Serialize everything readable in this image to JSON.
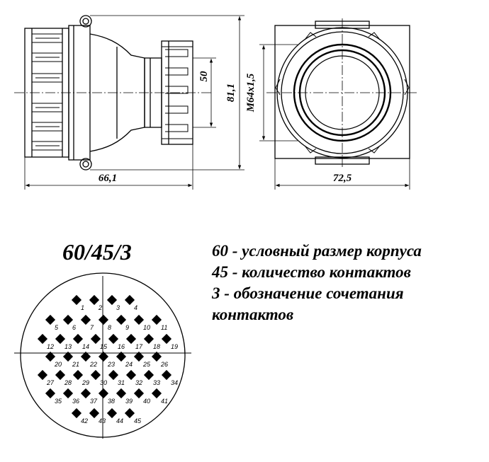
{
  "dimensions": {
    "body_length": "66,1",
    "nut_height": "50",
    "body_height": "81,1",
    "thread": "M64x1,5",
    "flange_width": "72,5"
  },
  "code": "60/45/3",
  "legend": [
    "60 - условный размер корпуса",
    "45 - количество контактов",
    "3 - обозначение сочетания контактов"
  ],
  "contact_rows": [
    [
      "1",
      "2",
      "3",
      "4"
    ],
    [
      "5",
      "6",
      "7",
      "8",
      "9",
      "10",
      "11"
    ],
    [
      "12",
      "13",
      "14",
      "15",
      "16",
      "17",
      "18",
      "19"
    ],
    [
      "20",
      "21",
      "22",
      "23",
      "24",
      "25",
      "26"
    ],
    [
      "27",
      "28",
      "29",
      "30",
      "31",
      "32",
      "33",
      "34"
    ],
    [
      "35",
      "36",
      "37",
      "38",
      "39",
      "40",
      "41"
    ],
    [
      "42",
      "43",
      "44",
      "45"
    ]
  ]
}
